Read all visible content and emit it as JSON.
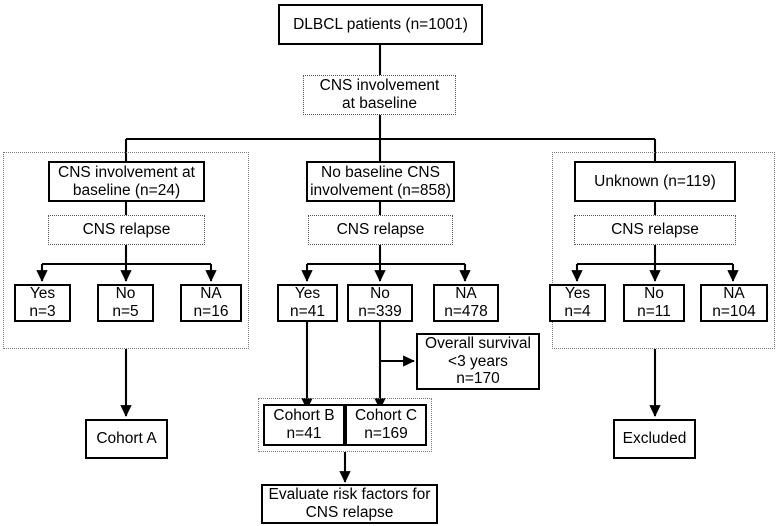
{
  "diagram": {
    "title": "DLBCL CNS involvement patient flow diagram",
    "type": "flowchart",
    "colors": {
      "box_border": "#000000",
      "group_border": "#7a7a7a",
      "background": "#ffffff",
      "text": "#000000"
    }
  },
  "root": {
    "label": "DLBCL patients (n=1001)"
  },
  "screening": {
    "label_line1": "CNS involvement",
    "label_line2": "at baseline"
  },
  "branches": {
    "left": {
      "header_line1": "CNS involvement at",
      "header_line2": "baseline  (n=24)",
      "relapse_label": "CNS relapse",
      "outcomes": [
        {
          "label": "Yes",
          "count": "n=3"
        },
        {
          "label": "No",
          "count": "n=5"
        },
        {
          "label": "NA",
          "count": "n=16"
        }
      ],
      "result": "Cohort A"
    },
    "center": {
      "header_line1": "No baseline CNS",
      "header_line2": "involvement (n=858)",
      "relapse_label": "CNS relapse",
      "outcomes": [
        {
          "label": "Yes",
          "count": "n=41"
        },
        {
          "label": "No",
          "count": "n=339"
        },
        {
          "label": "NA",
          "count": "n=478"
        }
      ],
      "survival": {
        "line1": "Overall survival",
        "line2": "<3 years",
        "line3": "n=170"
      },
      "cohorts": [
        {
          "label": "Cohort B",
          "count": "n=41"
        },
        {
          "label": "Cohort C",
          "count": "n=169"
        }
      ],
      "result_line1": "Evaluate risk factors for",
      "result_line2": "CNS relapse"
    },
    "right": {
      "header_line1": "Unknown (n=119)",
      "relapse_label": "CNS relapse",
      "outcomes": [
        {
          "label": "Yes",
          "count": "n=4"
        },
        {
          "label": "No",
          "count": "n=11"
        },
        {
          "label": "NA",
          "count": "n=104"
        }
      ],
      "result": "Excluded"
    }
  }
}
